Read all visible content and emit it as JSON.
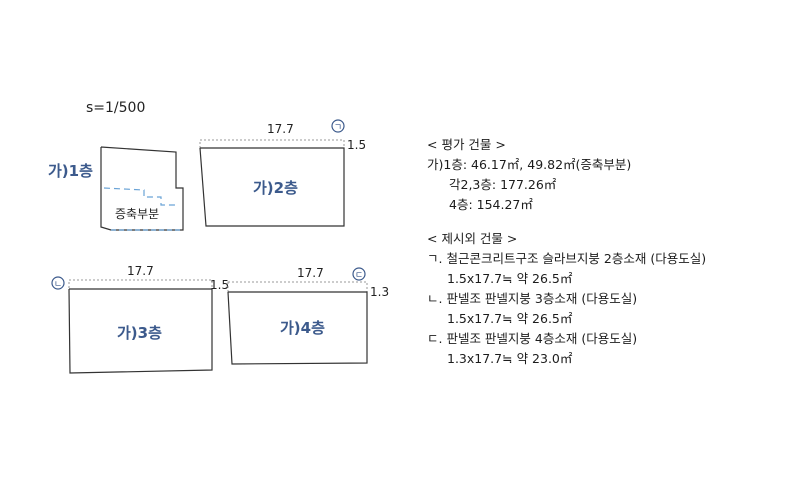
{
  "scale_label": "s=1/500",
  "floors": {
    "f1": {
      "name": "가)1층",
      "sub": "증축부분"
    },
    "f2": {
      "name": "가)2층",
      "top_dim": "17.7",
      "side_dim": "1.5",
      "marker": "ㄱ"
    },
    "f3": {
      "name": "가)3층",
      "top_dim": "17.7",
      "side_dim": "1.5",
      "marker": "ㄴ"
    },
    "f4": {
      "name": "가)4층",
      "top_dim": "17.7",
      "side_dim": "1.3",
      "marker": "ㄷ"
    }
  },
  "legend": {
    "eval_header": "< 평가 건물 >",
    "eval_lines": [
      "가)1층: 46.17㎡, 49.82㎡(증축부분)",
      "각2,3층: 177.26㎡",
      "4층: 154.27㎡"
    ],
    "extra_header": "< 제시외 건물 >",
    "extra_lines": [
      "ㄱ. 철근콘크리트구조 슬라브지붕 2층소재 (다용도실)",
      "1.5x17.7≒ 약 26.5㎡",
      "ㄴ. 판넬조 판넬지붕 3층소재 (다용도실)",
      "1.5x17.7≒ 약 26.5㎡",
      "ㄷ. 판넬조 판넬지붕 4층소재 (다용도실)",
      "1.3x17.7≒ 약 23.0㎡"
    ]
  }
}
